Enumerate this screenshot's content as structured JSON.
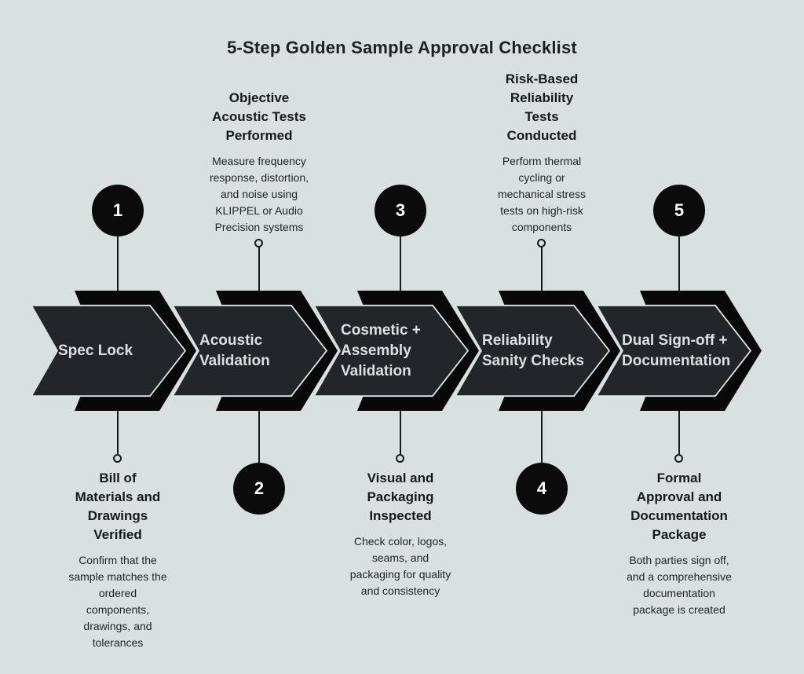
{
  "title": "5-Step Golden Sample Approval Checklist",
  "colors": {
    "background": "#d8e1e0",
    "arrow_outer": "#080808",
    "arrow_body": "#232629",
    "arrow_outline": "#dfe7e6",
    "arrow_label_text": "#dae0e0",
    "badge_fill": "#0b0b0b",
    "badge_text": "#ffffff",
    "text_dark": "#15181c"
  },
  "steps": [
    {
      "number": "1",
      "number_position": "top",
      "label_lines": [
        "Spec Lock"
      ],
      "heading_lines": [
        "Bill of",
        "Materials and",
        "Drawings",
        "Verified"
      ],
      "desc_lines": [
        "Confirm that the",
        "sample matches the",
        "ordered",
        "components,",
        "drawings, and",
        "tolerances"
      ]
    },
    {
      "number": "2",
      "number_position": "bottom",
      "label_lines": [
        "Acoustic",
        "Validation"
      ],
      "heading_lines": [
        "Objective",
        "Acoustic Tests",
        "Performed"
      ],
      "desc_lines": [
        "Measure frequency",
        "response, distortion,",
        "and noise using",
        "KLIPPEL or Audio",
        "Precision systems"
      ]
    },
    {
      "number": "3",
      "number_position": "top",
      "label_lines": [
        "Cosmetic +",
        "Assembly",
        "Validation"
      ],
      "heading_lines": [
        "Visual and",
        "Packaging",
        "Inspected"
      ],
      "desc_lines": [
        "Check color, logos,",
        "seams, and",
        "packaging for quality",
        "and consistency"
      ]
    },
    {
      "number": "4",
      "number_position": "bottom",
      "label_lines": [
        "Reliability",
        "Sanity Checks"
      ],
      "heading_lines": [
        "Risk-Based",
        "Reliability",
        "Tests",
        "Conducted"
      ],
      "desc_lines": [
        "Perform thermal",
        "cycling or",
        "mechanical stress",
        "tests on high-risk",
        "components"
      ]
    },
    {
      "number": "5",
      "number_position": "top",
      "label_lines": [
        "Dual Sign-off +",
        "Documentation"
      ],
      "heading_lines": [
        "Formal",
        "Approval and",
        "Documentation",
        "Package"
      ],
      "desc_lines": [
        "Both parties sign off,",
        "and a comprehensive",
        "documentation",
        "package is created"
      ]
    }
  ]
}
